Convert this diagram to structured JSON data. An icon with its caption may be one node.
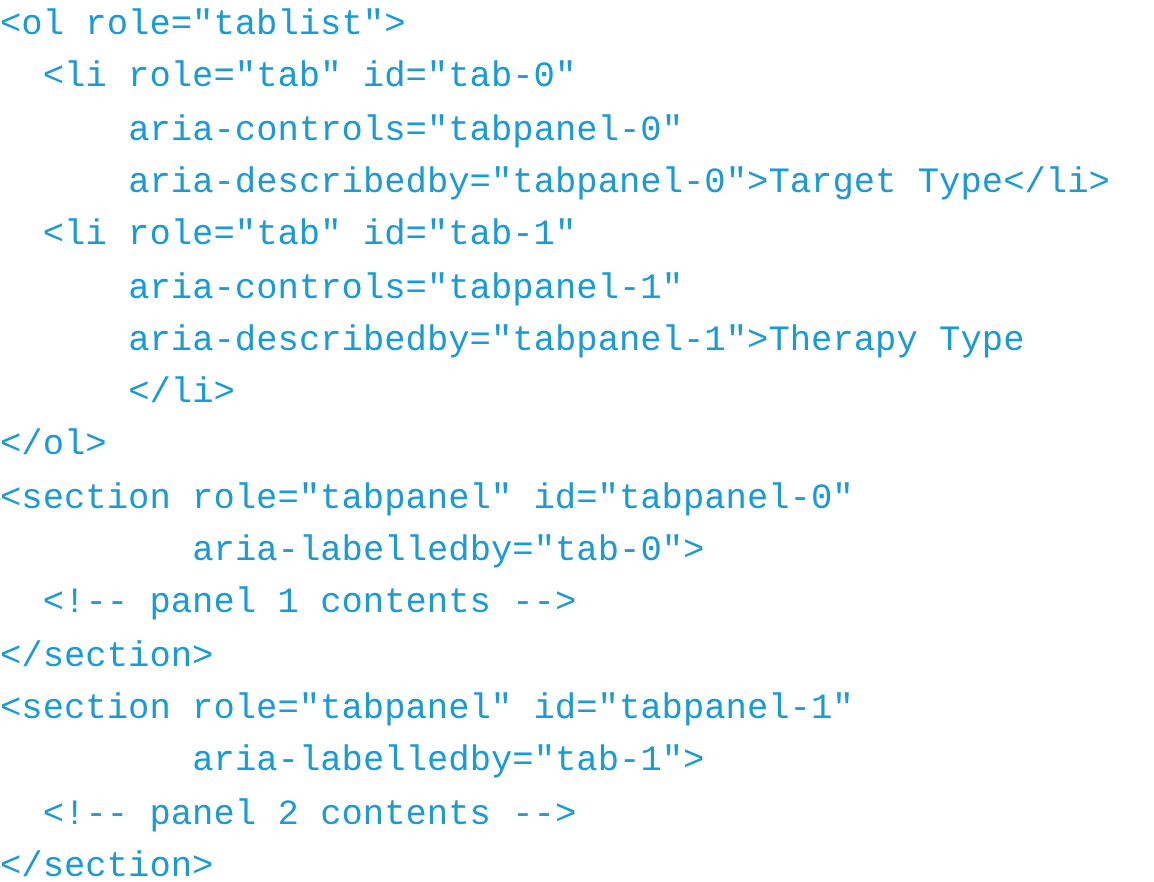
{
  "diagram": {
    "labels": [
      "<ol role=\"tablist\">",
      "<li role=\"tab\" id=\"tab-0\"",
      "aria-controls=\"tabpanel-0\"",
      "aria-describedby=\"tabpanel-0\">Target Type</li>",
      "<li role=\"tab\" id=\"tab-1\"",
      "aria-controls=\"tabpanel-1\"",
      "aria-describedby=\"tabpanel-1\">Therapy Type",
      "</li>",
      "</ol>",
      "<section role=\"tabpanel\" id=\"tabpanel-0\"",
      "aria-labelledby=\"tab-0\">",
      "<!-- panel 1 contents -->",
      "</section>",
      "<section role=\"tabpanel\" id=\"tabpanel-1\"",
      "aria-labelledby=\"tab-1\">",
      "<!-- panel 2 contents -->",
      "</section>"
    ]
  }
}
